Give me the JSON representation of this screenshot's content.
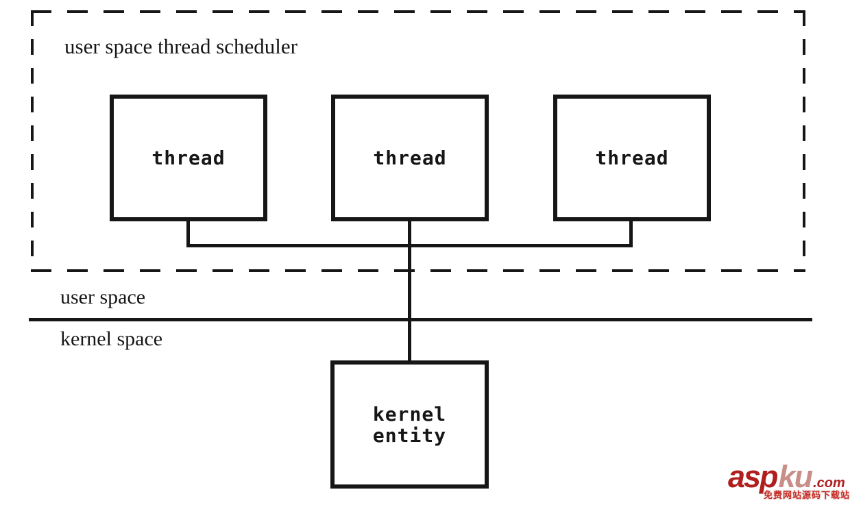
{
  "diagram": {
    "title": "user space thread scheduler",
    "threads": [
      {
        "label": "thread"
      },
      {
        "label": "thread"
      },
      {
        "label": "thread"
      }
    ],
    "boundary": {
      "user_label": "user space",
      "kernel_label": "kernel space"
    },
    "kernel_entity": {
      "label": "kernel\nentity"
    },
    "colors": {
      "ink": "#161616",
      "background": "#ffffff"
    }
  },
  "watermark": {
    "brand_main": "asp",
    "brand_accent": "ku",
    "brand_suffix": ".com",
    "tagline": "免费网站源码下载站!",
    "colors": {
      "main": "#b01e1e",
      "accent": "#c98e88",
      "tagline": "#c52a22"
    }
  }
}
